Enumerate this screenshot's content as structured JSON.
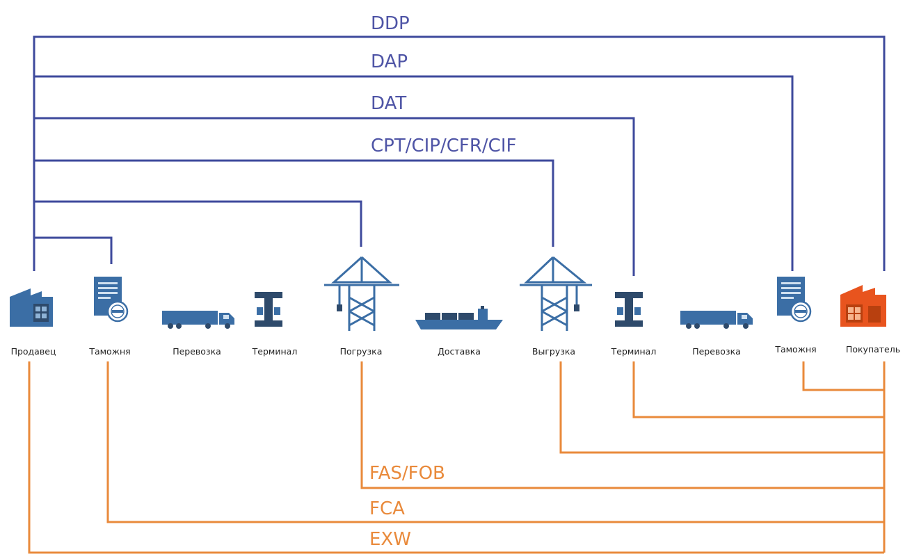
{
  "colors": {
    "seller_side": "#3e4a9c",
    "buyer_side": "#e98a3b",
    "icon_blue": "#3b6ea5",
    "icon_dark": "#2e4a6b",
    "buyer_icon": "#e8541e"
  },
  "nodes": [
    {
      "label": "Продавец",
      "icon": "warehouse-icon"
    },
    {
      "label": "Таможня",
      "icon": "customs-document-icon"
    },
    {
      "label": "Перевозка",
      "icon": "truck-icon"
    },
    {
      "label": "Терминал",
      "icon": "terminal-icon"
    },
    {
      "label": "Погрузка",
      "icon": "crane-icon"
    },
    {
      "label": "Доставка",
      "icon": "ship-icon"
    },
    {
      "label": "Выгрузка",
      "icon": "crane-icon"
    },
    {
      "label": "Терминал",
      "icon": "terminal-icon"
    },
    {
      "label": "Перевозка",
      "icon": "truck-icon"
    },
    {
      "label": "Таможня",
      "icon": "customs-document-icon"
    },
    {
      "label": "Покупатель",
      "icon": "buyer-warehouse-icon"
    }
  ],
  "terms_seller": [
    {
      "label": "DDP",
      "ends_at": "Покупатель"
    },
    {
      "label": "DAP",
      "ends_at": "Таможня"
    },
    {
      "label": "DAT",
      "ends_at": "Терминал"
    },
    {
      "label": "CPT/CIP/CFR/CIF",
      "ends_at": "Выгрузка"
    },
    {
      "label": "",
      "ends_at": "Погрузка"
    },
    {
      "label": "",
      "ends_at": "Таможня"
    }
  ],
  "terms_buyer": [
    {
      "label": "",
      "starts_at": "Таможня"
    },
    {
      "label": "",
      "starts_at": "Терминал"
    },
    {
      "label": "",
      "starts_at": "Выгрузка"
    },
    {
      "label": "FAS/FOB",
      "starts_at": "Погрузка"
    },
    {
      "label": "FCA",
      "starts_at": "Таможня"
    },
    {
      "label": "EXW",
      "starts_at": "Продавец"
    }
  ]
}
